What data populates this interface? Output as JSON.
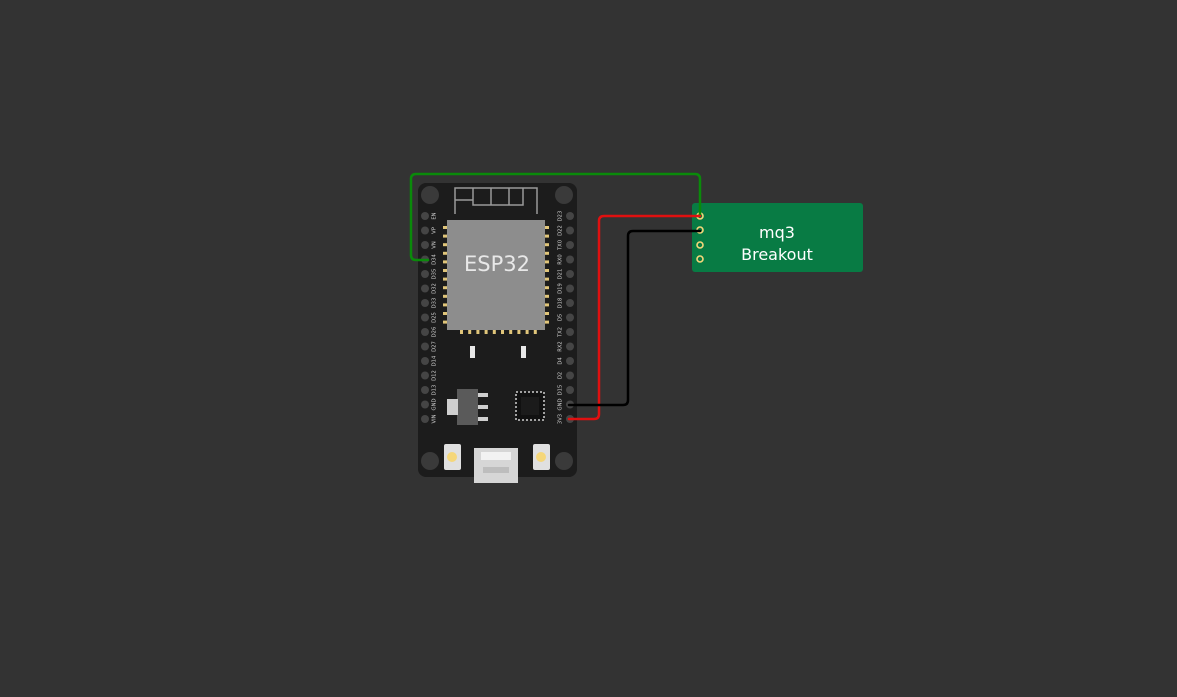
{
  "canvas": {
    "background": "#333333"
  },
  "esp32": {
    "chip_label": "ESP32",
    "board_color": "#1c1c1c",
    "chip_color": "#8d8d8d",
    "left_pins": [
      "EN",
      "VP",
      "VN",
      "D34",
      "D35",
      "D32",
      "D33",
      "D25",
      "D26",
      "D27",
      "D14",
      "D12",
      "D13",
      "GND",
      "VIN"
    ],
    "right_pins": [
      "D23",
      "D22",
      "TX0",
      "RX0",
      "D21",
      "D19",
      "D18",
      "D5",
      "TX2",
      "RX2",
      "D4",
      "D2",
      "D15",
      "GND",
      "3V3"
    ]
  },
  "mq3": {
    "line1": "mq3",
    "line2": "Breakout",
    "color": "#087b44"
  },
  "wires": [
    {
      "name": "wire-d34-to-mq3",
      "color": "#0a8a0a"
    },
    {
      "name": "wire-3v3-to-mq3",
      "color": "#e01010"
    },
    {
      "name": "wire-gnd-to-mq3",
      "color": "#000000"
    }
  ]
}
